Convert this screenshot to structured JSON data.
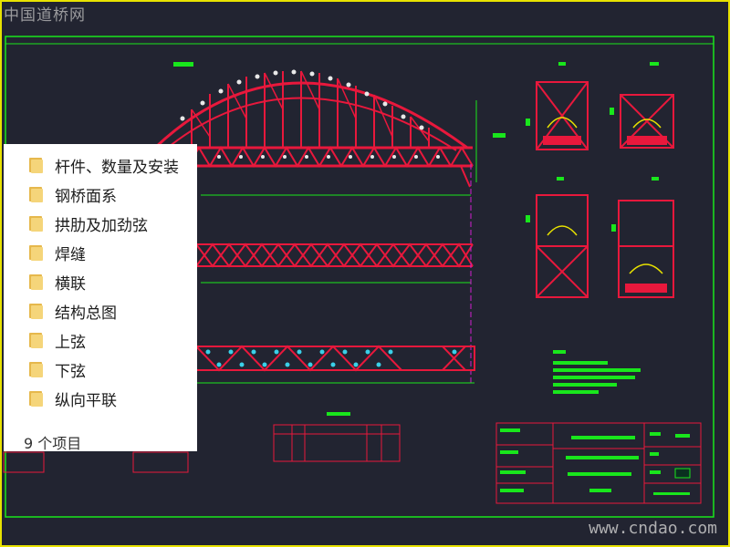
{
  "watermark": {
    "top": "中国道桥网",
    "bottom": "www.cndao.com"
  },
  "folder_panel": {
    "items": [
      {
        "label": "杆件、数量及安装",
        "icon": "folder-icon"
      },
      {
        "label": "钢桥面系",
        "icon": "folder-icon"
      },
      {
        "label": "拱肋及加劲弦",
        "icon": "folder-icon"
      },
      {
        "label": "焊缝",
        "icon": "folder-icon"
      },
      {
        "label": "横联",
        "icon": "folder-icon"
      },
      {
        "label": "结构总图",
        "icon": "folder-icon"
      },
      {
        "label": "上弦",
        "icon": "folder-icon"
      },
      {
        "label": "下弦",
        "icon": "folder-icon"
      },
      {
        "label": "纵向平联",
        "icon": "folder-icon"
      }
    ],
    "item_count": "9 个项目"
  },
  "colors": {
    "background": "#222431",
    "outer_border": "#e8e200",
    "cad_red": "#e8183c",
    "cad_green": "#19e61c",
    "cad_magenta": "#d020d0",
    "folder": "#f5d57a"
  }
}
